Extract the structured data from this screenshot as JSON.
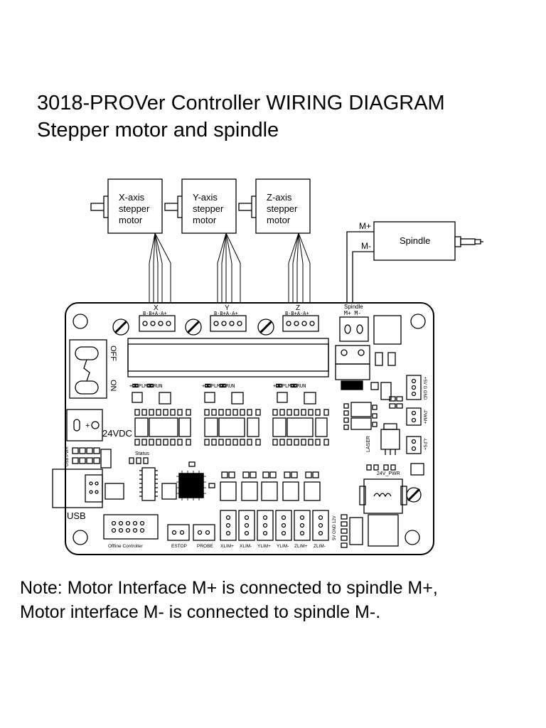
{
  "title": {
    "line1": "3018-PROVer  Controller  WIRING DIAGRAM",
    "line2": "Stepper motor and spindle"
  },
  "motors": [
    {
      "line1": "X-axis",
      "line2": "stepper",
      "line3": "motor",
      "connector": "X"
    },
    {
      "line1": "Y-axis",
      "line2": "stepper",
      "line3": "motor",
      "connector": "Y"
    },
    {
      "line1": "Z-axis",
      "line2": "stepper",
      "line3": "motor",
      "connector": "Z"
    }
  ],
  "pin_label": "B-B+A-A+",
  "spindle": {
    "label": "Spindle",
    "m_plus": "M+",
    "m_minus": "M-",
    "board_label": "Spindle",
    "board_pins": "M+ M-"
  },
  "board": {
    "switch_off": "OFF",
    "switch_on": "ON",
    "power_label": "24VDC",
    "power_pins": "+",
    "usb_label": "USB",
    "usb_pwr": "USB PWR",
    "status_label": "Status",
    "pwr_label": "24V_PWR",
    "laser_label": "LASER",
    "led_row": "+◘◘PLM◘◘RUN",
    "right_conn_1": "+5V G GND",
    "right_conn_2": "-PWM+",
    "right_conn_3": "-LPS+",
    "bottom_labels": [
      "Offline Controller",
      "ESTOP",
      "PROBE",
      "XLIM+",
      "XLIM-",
      "YLIM+",
      "YLIM-",
      "ZLIM+",
      "ZLIM-"
    ],
    "side_vertical": "5V GND 12V"
  },
  "note": {
    "line1": "Note: Motor Interface M+ is connected to spindle M+,",
    "line2": "Motor  interface M- is connected to spindle M-."
  }
}
